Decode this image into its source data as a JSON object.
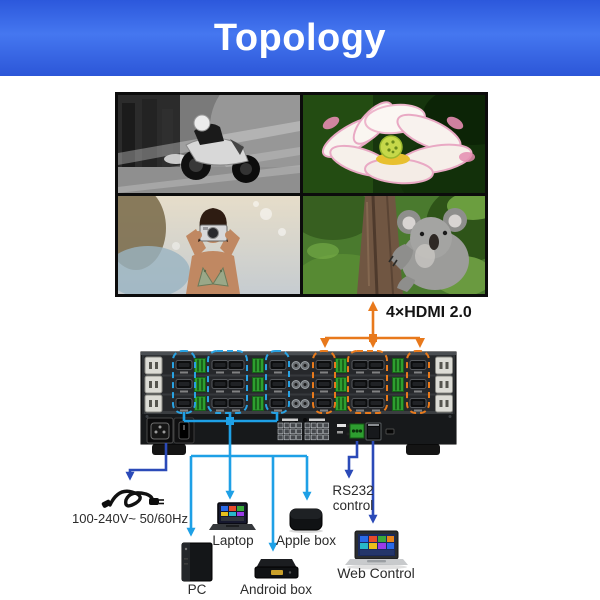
{
  "header": {
    "title": "Topology"
  },
  "video_wall": {
    "quadrants": [
      {
        "name": "motorcycle",
        "style": "black-and-white"
      },
      {
        "name": "lotus-flower",
        "style": "pink-white-on-green"
      },
      {
        "name": "woman-with-camera",
        "style": "beach-photo"
      },
      {
        "name": "koala",
        "style": "koala-on-tree"
      }
    ]
  },
  "connections": {
    "hdmi_output_label": "4×HDMI 2.0",
    "power_label": "100-240V~ 50/60Hz",
    "rs232_label_line1": "RS232",
    "rs232_label_line2": "control"
  },
  "devices": {
    "pc": "PC",
    "laptop": "Laptop",
    "apple_box": "Apple box",
    "android_box": "Android box",
    "web_control": "Web Control"
  },
  "icons": [
    "power-cable-icon",
    "pc-tower-icon",
    "laptop-icon",
    "apple-box-icon",
    "android-box-icon",
    "web-control-laptop-icon",
    "matrix-switcher-rear-panel"
  ],
  "colors": {
    "banner_blue": "#3a68e8",
    "input_line_azure": "#1ea0e6",
    "control_line_blue": "#2b4ab8",
    "output_line_orange": "#e8791c",
    "input_dashed_box": "#29a2e2",
    "output_dashed_box": "#e87a1c"
  }
}
